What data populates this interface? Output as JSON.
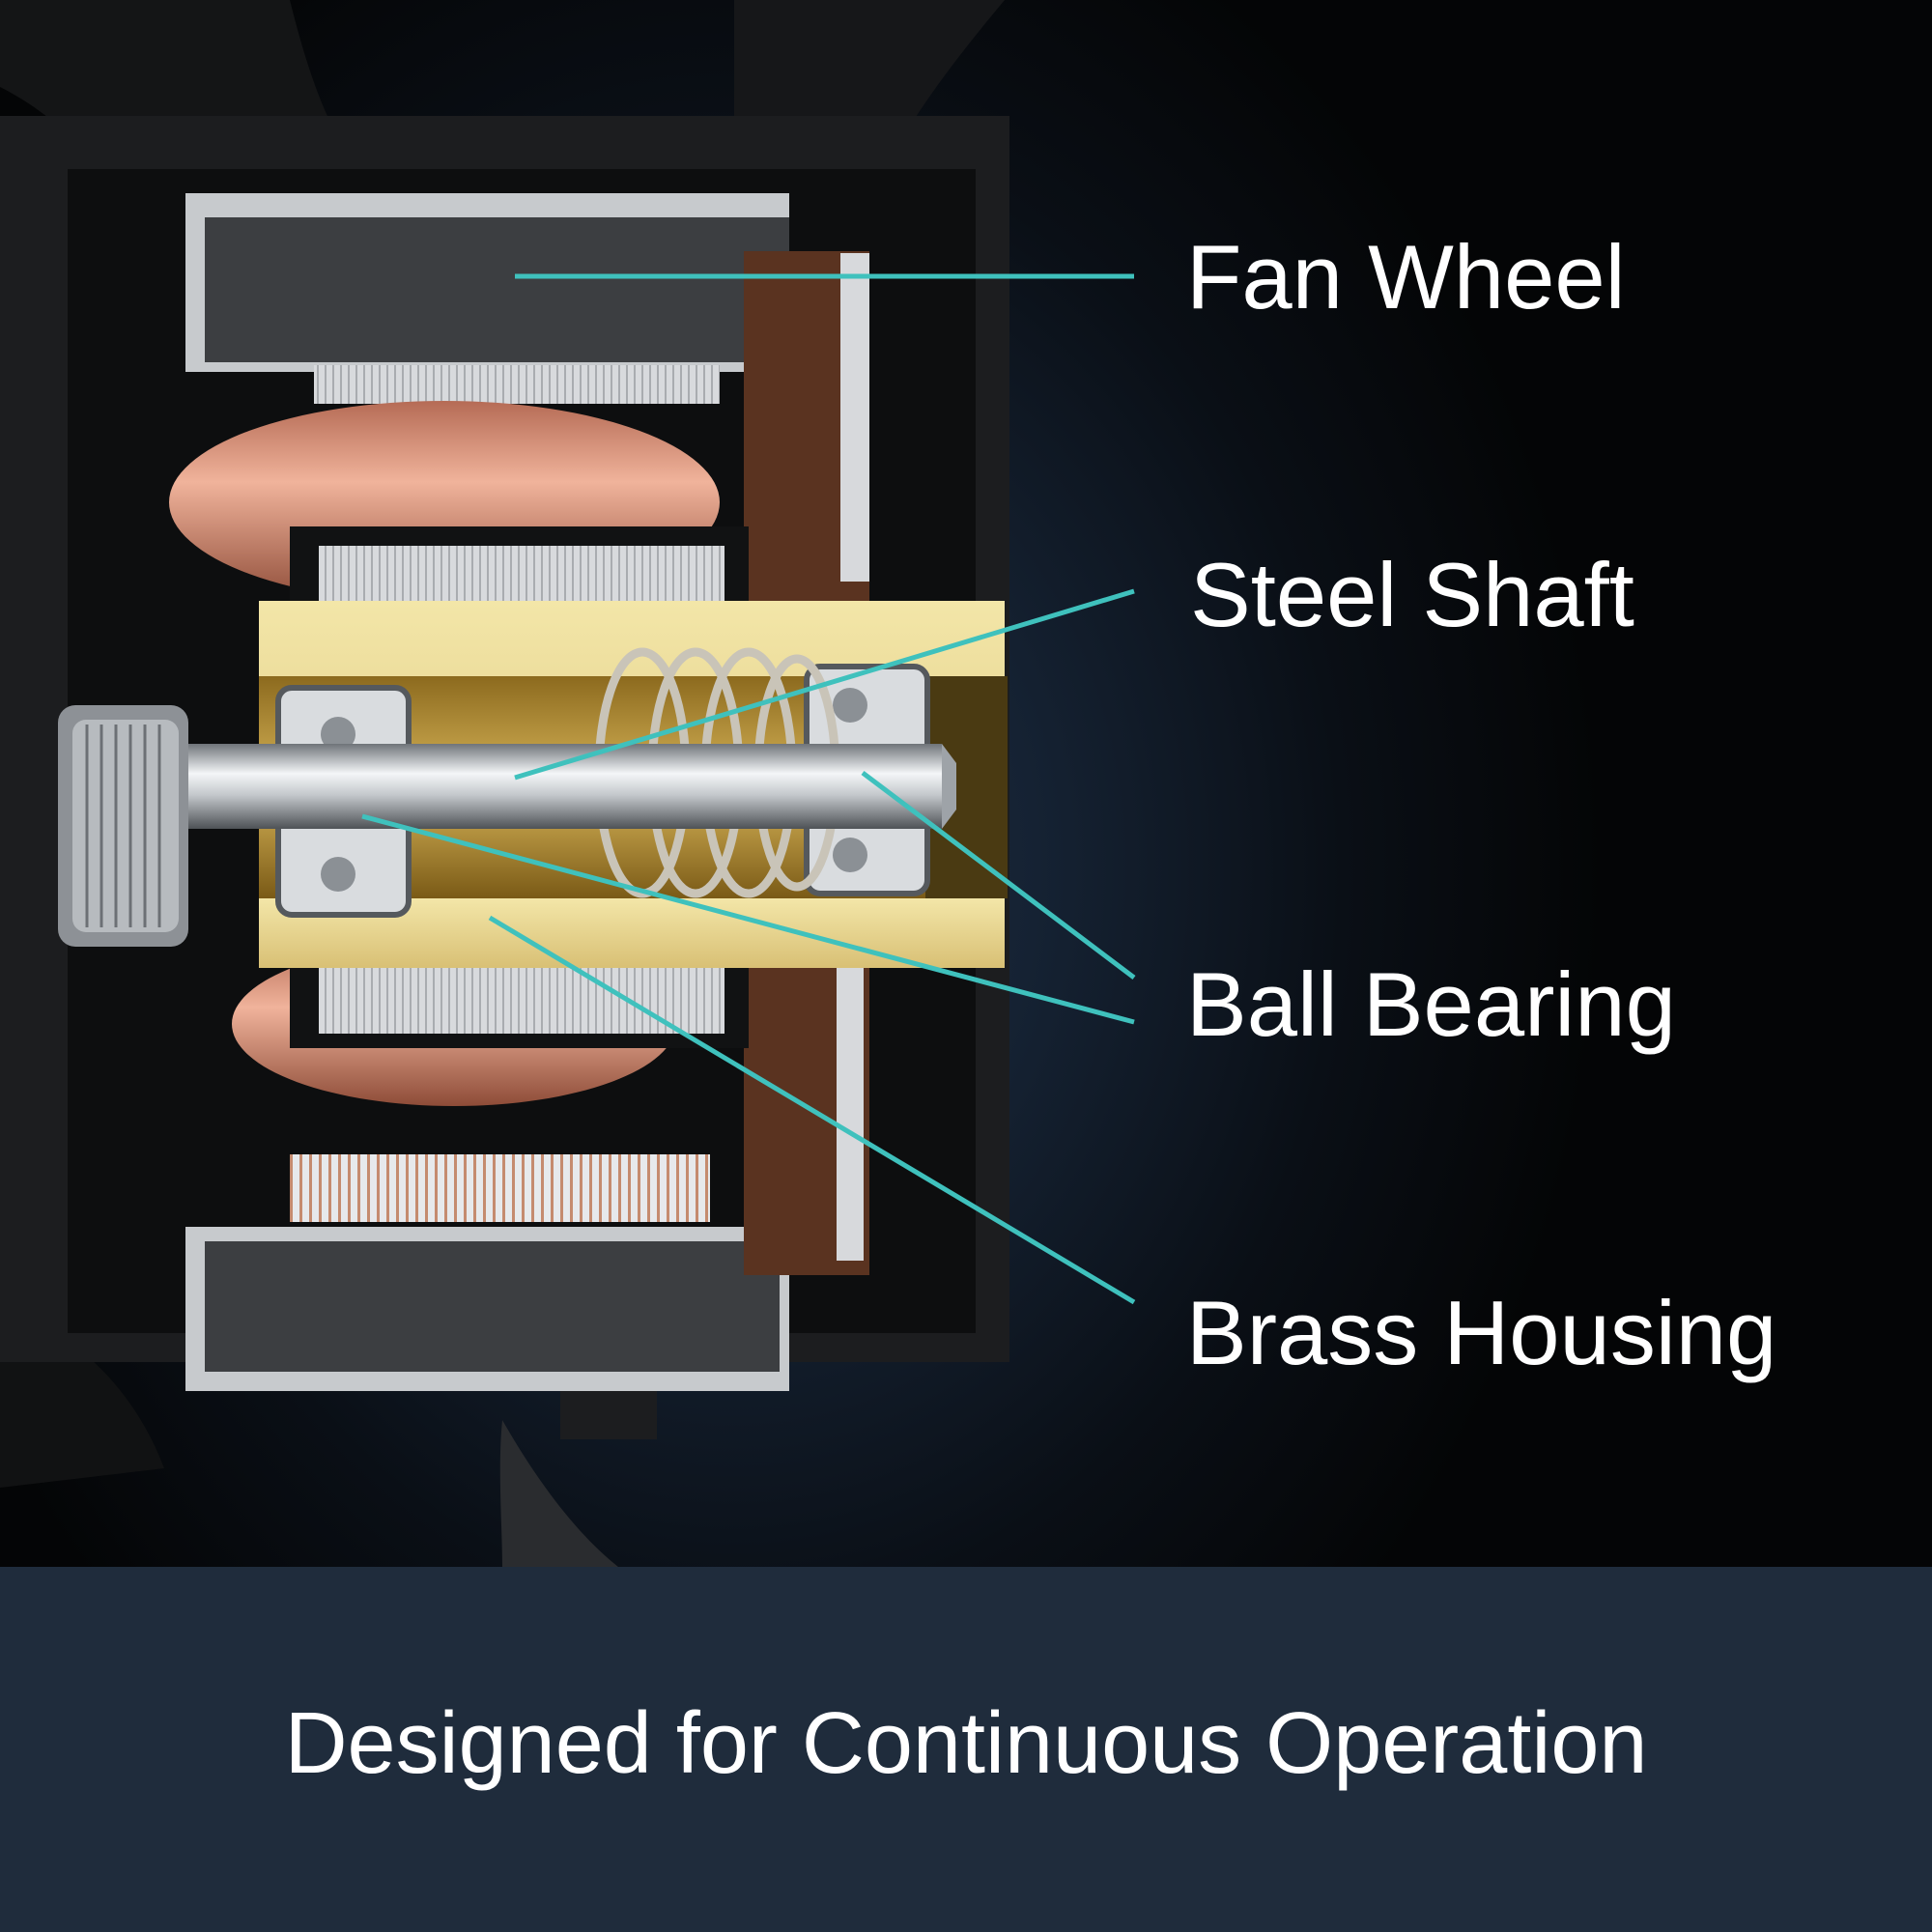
{
  "labels": {
    "fan_wheel": "Fan Wheel",
    "steel_shaft": "Steel Shaft",
    "ball_bearing": "Ball Bearing",
    "brass_housing": "Brass Housing"
  },
  "caption": "Designed for Continuous Operation",
  "colors": {
    "leader_line": "#3fc1bd",
    "caption_bar": "#1f2c3c",
    "copper": "#c9806a",
    "brass": "#e6d48a",
    "steel": "#c9cdd2"
  }
}
